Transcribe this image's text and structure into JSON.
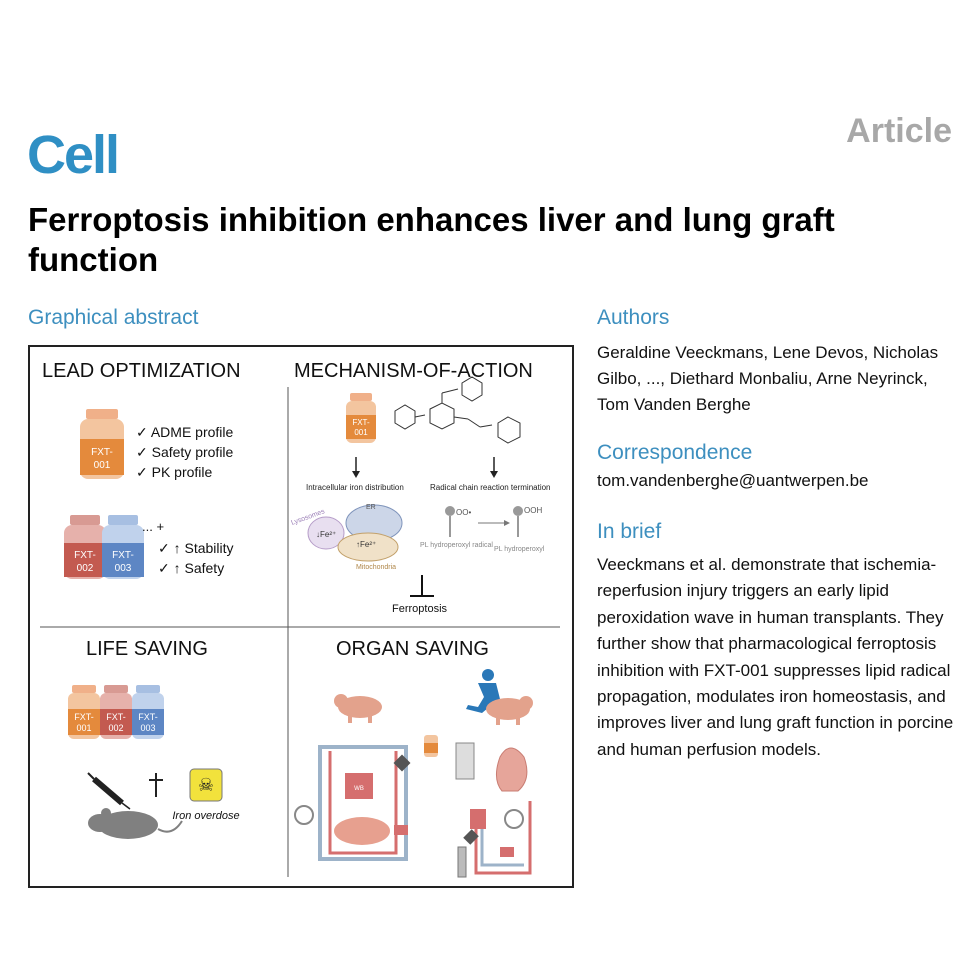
{
  "header": {
    "journal": "Cell",
    "article_type": "Article"
  },
  "title": "Ferroptosis inhibition enhances liver and lung graft function",
  "sections": {
    "graphical_abstract": "Graphical abstract",
    "authors": "Authors",
    "correspondence": "Correspondence",
    "in_brief": "In brief"
  },
  "authors": "Geraldine Veeckmans, Lene Devos, Nicholas Gilbo, ..., Diethard Monbaliu, Arne Neyrinck, Tom Vanden Berghe",
  "correspondence_email": "tom.vandenberghe@uantwerpen.be",
  "in_brief": "Veeckmans et al. demonstrate that ischemia-reperfusion injury triggers an early lipid peroxidation wave in human transplants. They further show that pharmacological ferroptosis inhibition with FXT-001 suppresses lipid radical propagation, modulates iron homeostasis, and improves liver and lung graft function in porcine and human perfusion models.",
  "abstract": {
    "q1_title": "LEAD OPTIMIZATION",
    "q2_title": "MECHANISM-OF-ACTION",
    "q3_title": "LIFE SAVING",
    "q4_title": "ORGAN SAVING",
    "checks1": [
      "✓ ADME profile",
      "✓ Safety profile",
      "✓ PK profile"
    ],
    "ellipsis": "... +",
    "checks2": [
      "✓ ↑ Stability",
      "✓ ↑ Safety"
    ],
    "vial_a": [
      "FXT-",
      "001"
    ],
    "vial_b": [
      "FXT-",
      "002"
    ],
    "vial_c": [
      "FXT-",
      "003"
    ],
    "iron_label": "Intracellular iron distribution",
    "radical_label": "Radical chain reaction termination",
    "lysosomes": "Lysosomes",
    "er": "ER",
    "fe_down": "↓Fe²⁺",
    "fe_up": "↑Fe²⁺",
    "mitochondria": "Mitochondria",
    "pl_radical": "PL hydroperoxyl radical",
    "pl_hydroperoxyl": "PL hydroperoxyl",
    "ferroptosis": "Ferroptosis",
    "iron_overdose": "Iron overdose",
    "wb": "WB"
  },
  "colors": {
    "brand": "#2f8fc4",
    "section": "#3d8fbf",
    "article": "#a8a8a8",
    "vial_orange": "#e48a3c",
    "vial_red": "#c35a50",
    "vial_blue": "#5d86c4",
    "pig": "#e3a28c",
    "runner": "#2a78b8",
    "mouse": "#808080",
    "iron_sign": "#f2e23c"
  }
}
